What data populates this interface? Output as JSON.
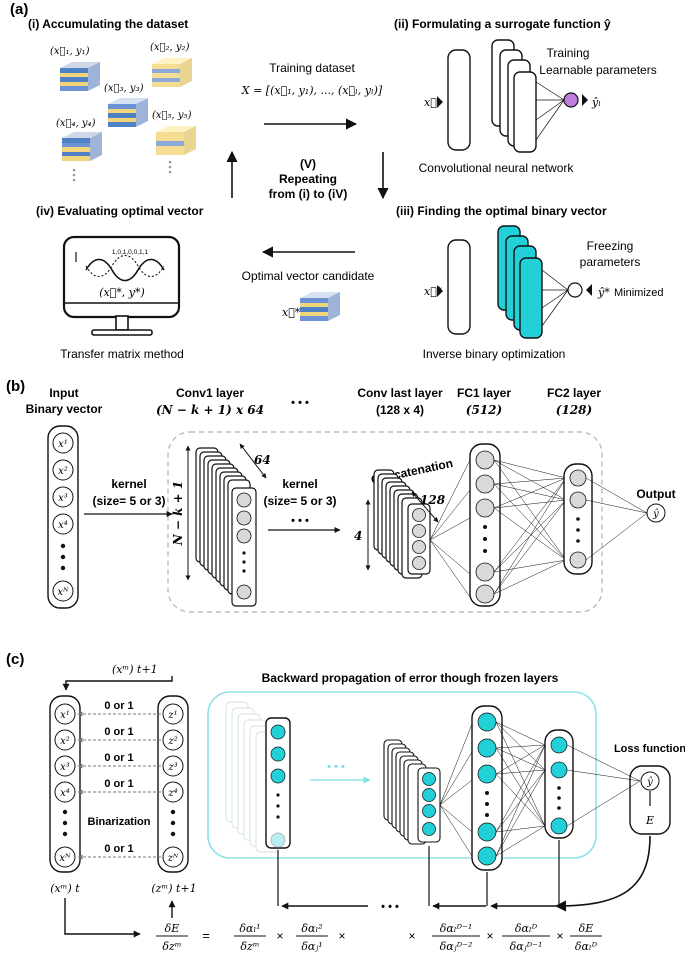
{
  "panel_a": {
    "label": "(a)",
    "step1_title": "(i) Accumulating the dataset",
    "step2_title": "(ii) Formulating a surrogate function ŷ",
    "step3_title": "(iii) Finding the optimal binary vector",
    "step4_title": "(iv) Evaluating optimal vector",
    "pairs": [
      "(x⃗₁, y₁)",
      "(x⃗₂, y₂)",
      "(x⃗₃, y₃)",
      "(x⃗₄, y₄)",
      "(x⃗₅, y₅)"
    ],
    "training_dataset": "Training dataset",
    "training_formula": "X = [(x⃗₁, y₁), ..., (x⃗ₗ, yₗ)]",
    "training_note": "Training",
    "learnable_note": "Learnable parameters",
    "cnn_input": "x⃗ₗ",
    "cnn_output": "ŷₗ",
    "cnn_caption": "Convolutional neural network",
    "repeat_1": "(V)",
    "repeat_2": "Repeating",
    "repeat_3": "from (i) to (iV)",
    "freezing_1": "Freezing",
    "freezing_2": "parameters",
    "opt_input": "x⃗*",
    "opt_output": "ŷ*",
    "minimized": "Minimized",
    "inverse_caption": "Inverse binary optimization",
    "candidate_label": "Optimal vector candidate",
    "candidate_symbol": "x⃗*",
    "binary_string": "1,0,1,0,0,1,1",
    "monitor_pair": "(x⃗*, y*)",
    "monitor_caption": "Transfer matrix method"
  },
  "panel_b": {
    "label": "(b)",
    "input_1": "Input",
    "input_2": "Binary vector",
    "conv1_1": "Conv1 layer",
    "conv1_2": "(N − k + 1) x 64",
    "ellipsis": "• • •",
    "convlast_1": "Conv last layer",
    "convlast_2": "(128 x 4)",
    "fc1_1": "FC1 layer",
    "fc1_2": "(512)",
    "fc2_1": "FC2 layer",
    "fc2_2": "(128)",
    "x_nodes": [
      "x¹",
      "x²",
      "x³",
      "x⁴",
      "xᴺ"
    ],
    "kernel_1": "kernel",
    "kernel_2": "(size= 5 or 3)",
    "depth64": "64",
    "height_label": "N − k + 1",
    "depth128": "128",
    "width4": "4",
    "concat": "Concatenation",
    "output": "Output",
    "output_node": "ŷ"
  },
  "panel_c": {
    "label": "(c)",
    "feedback": "(xᵐ) t+1",
    "x_nodes": [
      "x¹",
      "x²",
      "x³",
      "x⁴",
      "xᴺ"
    ],
    "z_nodes": [
      "z¹",
      "z²",
      "z³",
      "z⁴",
      "zᴺ"
    ],
    "zero_or_one": "0 or 1",
    "binarization": "Binarization",
    "xm_t": "(xᵐ) t",
    "zm_t1": "(zᵐ) t+1",
    "title": "Backward propagation of error though frozen layers",
    "loss_function": "Loss function",
    "loss_y": "ŷ",
    "loss_E": "E",
    "ellipsis": "• • •",
    "eq_lhs_num": "δE",
    "eq_lhs_den": "δzᵐ",
    "eq_equals": "=",
    "eq_t1_num": "δαₗ¹",
    "eq_t1_den": "δzᵐ",
    "eq_t2_num": "δαₗ²",
    "eq_t2_den": "δαⱼ¹",
    "eq_t3_num": "δαₗᴰ⁻¹",
    "eq_t3_den": "δαⱼᴰ⁻²",
    "eq_t4_num": "δαₗᴰ",
    "eq_t4_den": "δαⱼᴰ⁻¹",
    "eq_t5_num": "δE",
    "eq_t5_den": "δαₗᴰ",
    "times": "×"
  },
  "colors": {
    "pink": "#f4b5bd",
    "green": "#5cc24c",
    "peach": "#f7c7a4",
    "yellow": "#fff200",
    "violet": "#c17ee0",
    "cyan": "#22d1d8",
    "gray_node": "#d9d9d9",
    "frame_cyan": "#6fd6dd"
  }
}
